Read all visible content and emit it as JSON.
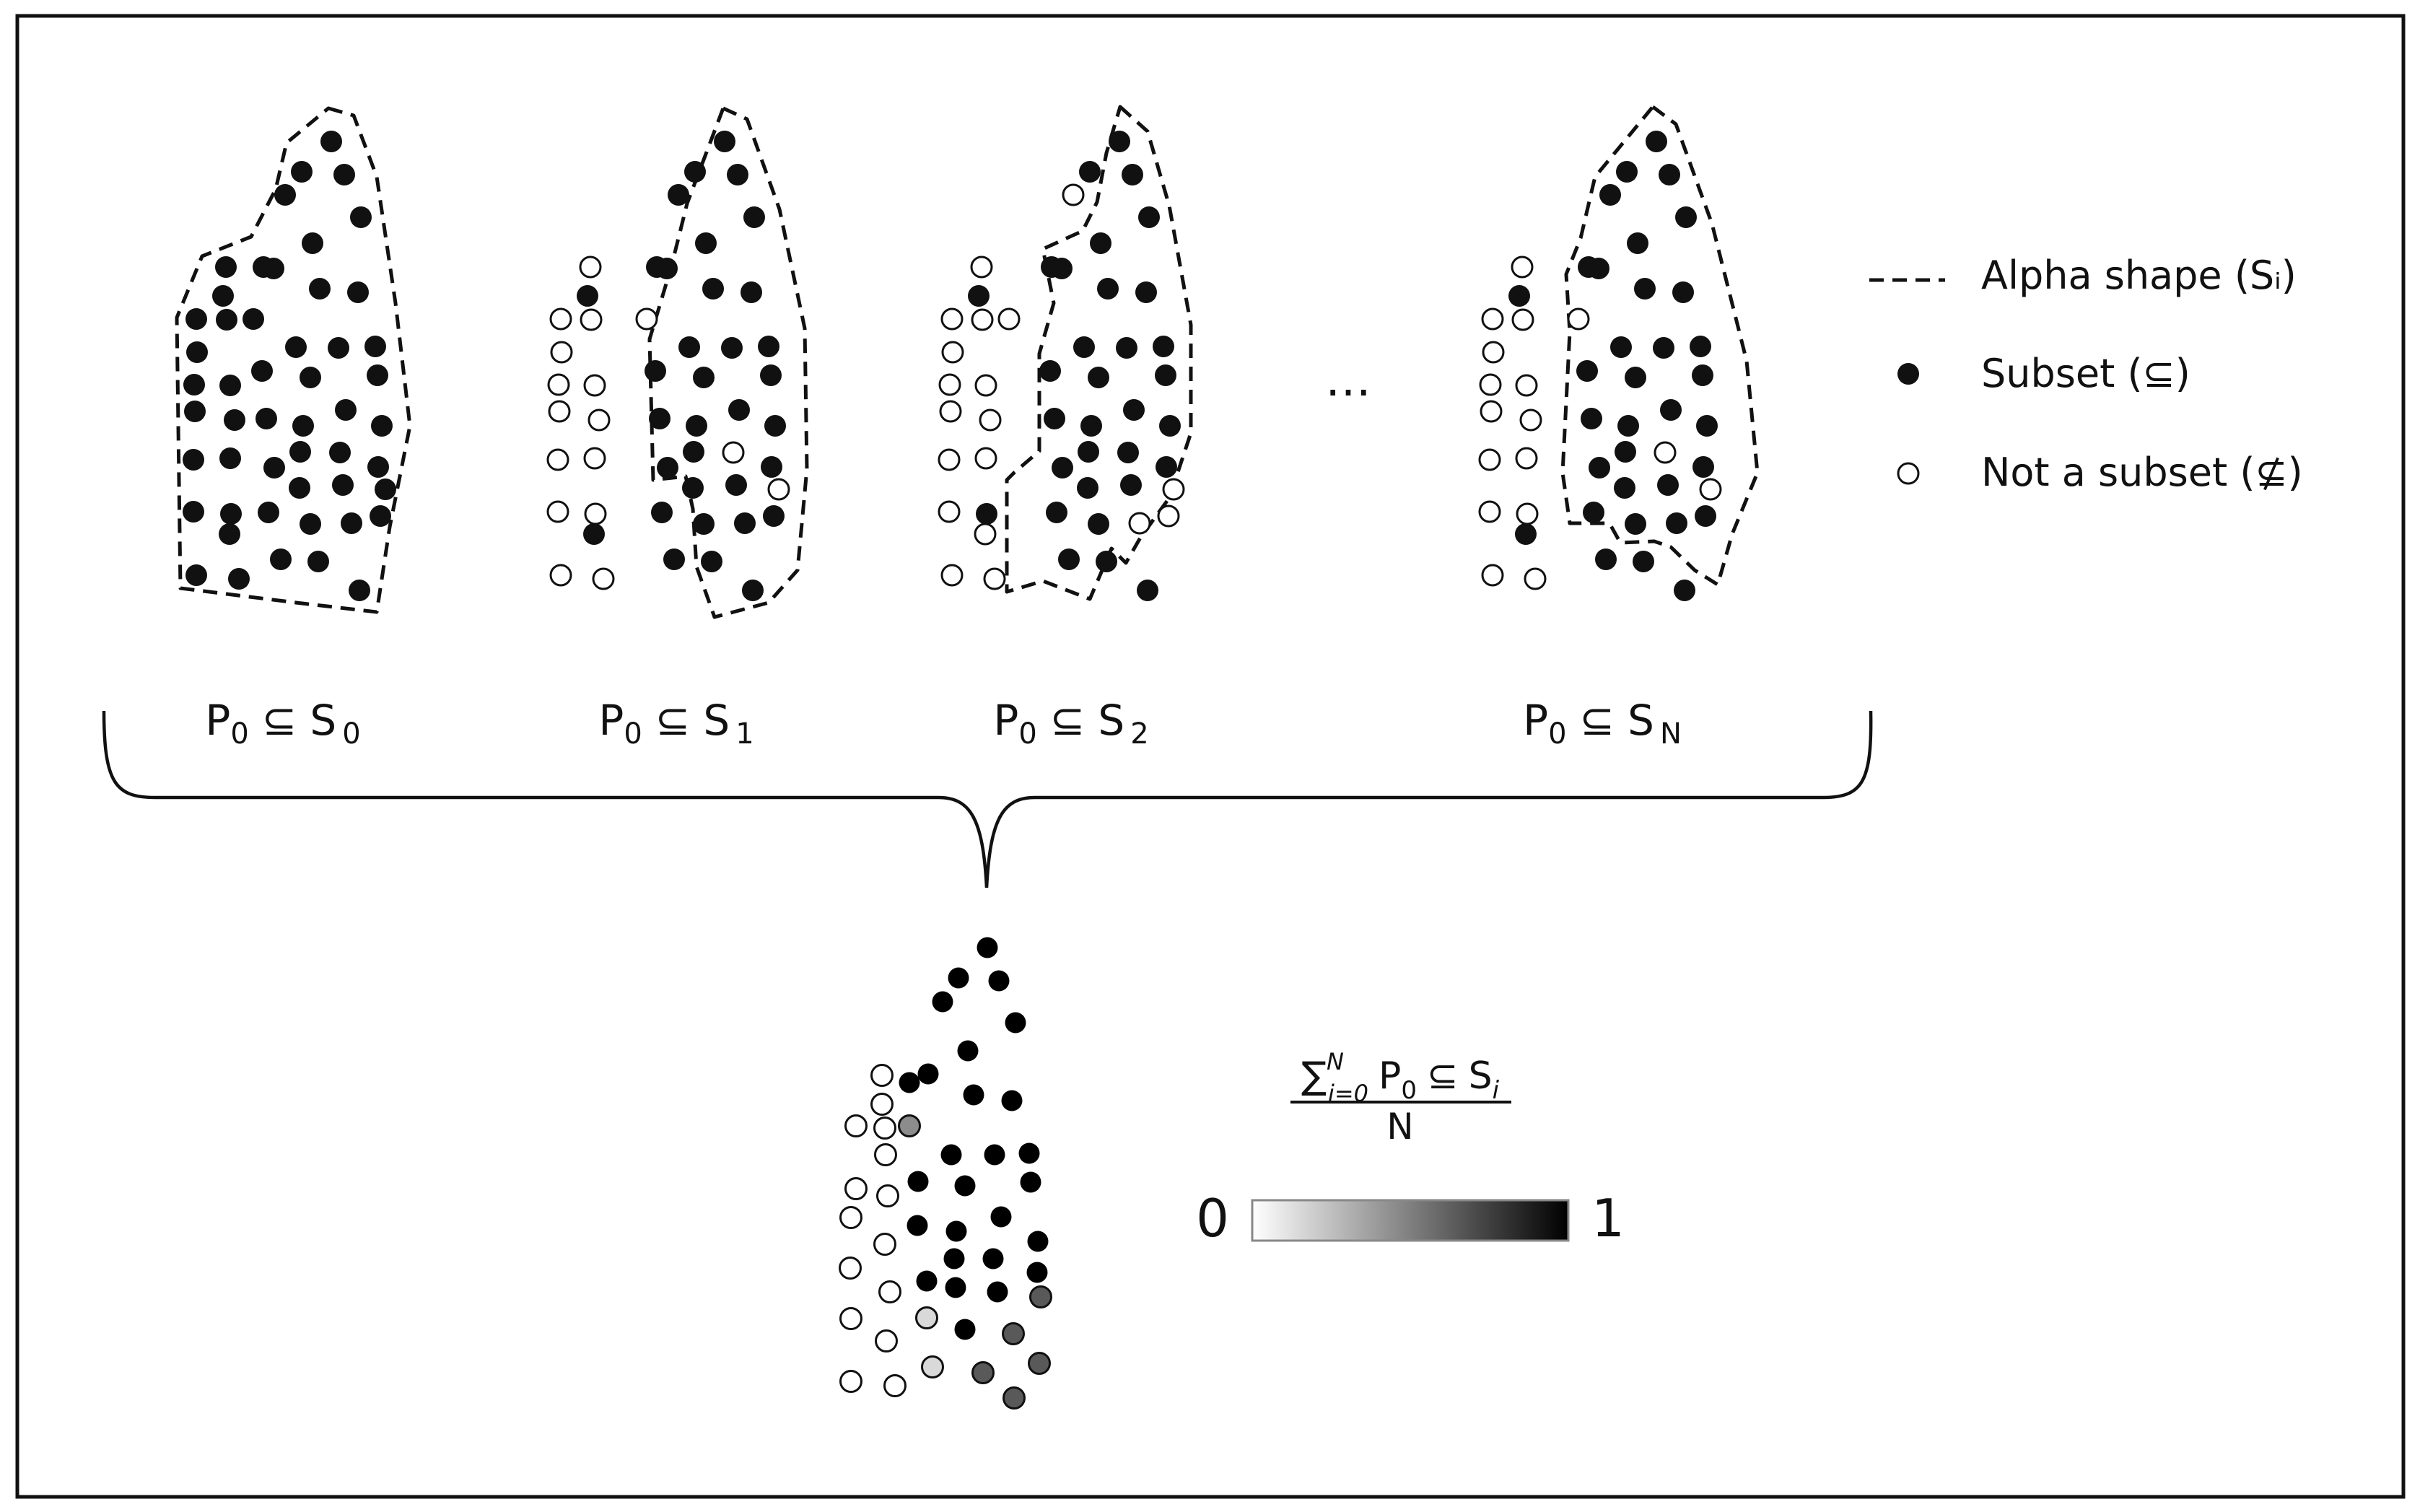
{
  "colors": {
    "ink": "#111111",
    "background": "#ffffff",
    "not_subset_fill": "#ffffff",
    "gradient_start": "#ffffff",
    "gradient_end": "#000000"
  },
  "legend": {
    "alpha_shape": "Alpha shape (Sᵢ)",
    "subset": "Subset (⊆)",
    "not_subset": "Not a subset (⊈)"
  },
  "panels": [
    {
      "label_p": "P",
      "label_p_sub": "0",
      "label_rel": "⊆",
      "label_s": "S",
      "label_s_sub": "0"
    },
    {
      "label_p": "P",
      "label_p_sub": "0",
      "label_rel": "⊆",
      "label_s": "S",
      "label_s_sub": "1"
    },
    {
      "label_p": "P",
      "label_p_sub": "0",
      "label_rel": "⊆",
      "label_s": "S",
      "label_s_sub": "2"
    },
    {
      "label_p": "P",
      "label_p_sub": "0",
      "label_rel": "⊆",
      "label_s": "S",
      "label_s_sub": "N"
    }
  ],
  "ellipsis": "…",
  "formula": {
    "sum": "∑",
    "sup": "N",
    "sub": "i=0",
    "p": "P",
    "p_sub": "0",
    "rel": "⊆",
    "s": "S",
    "s_sub": "i",
    "denominator": "N"
  },
  "colorbar": {
    "min_label": "0",
    "max_label": "1"
  },
  "result_levels": {
    "full": 1.0,
    "high": 0.65,
    "mid": 0.45,
    "low": 0.15,
    "none": 0.0
  }
}
